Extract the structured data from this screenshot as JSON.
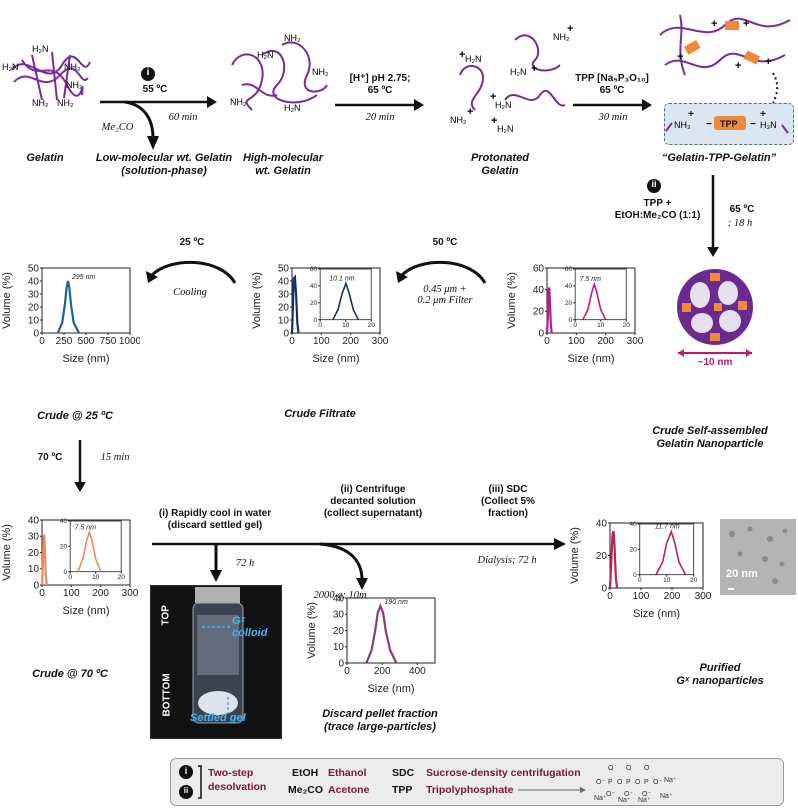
{
  "top_row": {
    "gelatin_label": "Gelatin",
    "low_mw_label": "Low-molecular wt. Gelatin\n(solution-phase)",
    "high_mw_label": "High-molecular\nwt. Gelatin",
    "protonated_label": "Protonated\nGelatin",
    "gtg_label": "“Gelatin-TPP-Gelatin”",
    "step1_badge": "i",
    "step1_temp": "55 ºC",
    "step1_solvent": "Me₂CO",
    "step1_time": "60 min",
    "step2_cond": "[H⁺] pH 2.75;\n65 ºC",
    "step2_time": "20 min",
    "step3_cond": "TPP [Na₅P₃O₁₀]\n65 ºC",
    "step3_time": "30 min",
    "tpp_tag": "TPP",
    "step4_badge": "ii",
    "step4_cond": "TPP +\nEtOH:Me₂CO (1:1)",
    "step4_temp": "65 ºC",
    "step4_time": "; 18 h"
  },
  "middle_row": {
    "crude25_label": "Crude @ 25 ºC",
    "filtrate_label": "Crude Filtrate",
    "selfassembled_label": "Crude Self-assembled\nGelatin Nanoparticle",
    "cooling_temp": "25 ºC",
    "cooling_label": "Cooling",
    "filter_temp": "50 ºC",
    "filter_label": "0.45 μm +\n0.2 μm Filter",
    "np_size": "~10 nm"
  },
  "bottom_row": {
    "step5_temp": "70 ºC",
    "step5_time": "15 min",
    "crude70_label": "Crude @ 70 ºC",
    "i_label": "(i) Rapidly cool in water\n(discard settled gel)",
    "i_time": "72 h",
    "ii_label": "(ii) Centrifuge\ndecanted solution\n(collect supernatant)",
    "ii_cond": "2000 g; 10m",
    "iii_label": "(iii) SDC\n(Collect 5%\nfraction)",
    "iii_cond": "Dialysis; 72 h",
    "discard_label": "Discard pellet fraction\n(trace large-particles)",
    "purified_label": "Purified\nGˣ nanoparticles",
    "photo_top": "TOP",
    "photo_bottom": "BOTTOM",
    "photo_colloid": "Gˣ\ncolloid",
    "photo_settled": "Settled gel",
    "tem_scale": "20 nm"
  },
  "legend": {
    "badge1": "i",
    "badge2": "ii",
    "desolvation": "Two-step\ndesolvation",
    "etoh_key": "EtOH",
    "etoh_val": "Ethanol",
    "me2co_key": "Me₂CO",
    "me2co_val": "Acetone",
    "sdc_key": "SDC",
    "sdc_val": "Sucrose-density centrifugation",
    "tpp_key": "TPP",
    "tpp_val": "Tripolyphosphate"
  },
  "chart_data": [
    {
      "type": "line",
      "title": "",
      "xlabel": "Size (nm)",
      "ylabel": "Volume (%)",
      "xlim": [
        0,
        1000
      ],
      "ylim": [
        0,
        50
      ],
      "xticks": [
        0,
        250,
        500,
        750,
        1000
      ],
      "yticks": [
        0,
        10,
        20,
        30,
        40,
        50
      ],
      "color": "#1f5f9e",
      "annotation": "295 nm",
      "series": [
        {
          "x": [
            180,
            230,
            260,
            280,
            295,
            310,
            330,
            360,
            420
          ],
          "y": [
            0,
            8,
            22,
            35,
            40,
            35,
            22,
            8,
            0
          ]
        }
      ]
    },
    {
      "type": "line",
      "title": "",
      "xlabel": "Size (nm)",
      "ylabel": "Volume (%)",
      "xlim": [
        0,
        300
      ],
      "ylim": [
        0,
        50
      ],
      "xticks": [
        0,
        100,
        200,
        300
      ],
      "yticks": [
        0,
        10,
        20,
        30,
        40,
        50
      ],
      "color": "#16306b",
      "inset": {
        "xlim": [
          0,
          20
        ],
        "ylim": [
          0,
          60
        ],
        "xticks": [
          0,
          10,
          20
        ],
        "yticks": [
          0,
          20,
          40,
          60
        ],
        "annotation": "10.1 nm",
        "x": [
          5,
          7,
          8.5,
          10.1,
          11.5,
          13,
          15
        ],
        "y": [
          0,
          12,
          30,
          43,
          30,
          12,
          0
        ]
      },
      "series": [
        {
          "x": [
            0,
            3,
            6,
            10,
            14,
            18,
            22
          ],
          "y": [
            0,
            20,
            42,
            43,
            30,
            8,
            0
          ]
        }
      ]
    },
    {
      "type": "line",
      "title": "",
      "xlabel": "Size (nm)",
      "ylabel": "Volume (%)",
      "xlim": [
        0,
        300
      ],
      "ylim": [
        0,
        60
      ],
      "xticks": [
        0,
        100,
        200,
        300
      ],
      "yticks": [
        0,
        20,
        40,
        60
      ],
      "color": "#b91c8a",
      "inset": {
        "xlim": [
          0,
          20
        ],
        "ylim": [
          0,
          60
        ],
        "xticks": [
          0,
          10,
          20
        ],
        "yticks": [
          0,
          20,
          40,
          60
        ],
        "annotation": "7.5 nm",
        "x": [
          3,
          5,
          6.5,
          7.5,
          8.5,
          10,
          12
        ],
        "y": [
          0,
          12,
          32,
          42,
          32,
          12,
          0
        ]
      },
      "series": [
        {
          "x": [
            0,
            3,
            5,
            7.5,
            10,
            13,
            16
          ],
          "y": [
            0,
            15,
            38,
            42,
            30,
            8,
            0
          ]
        }
      ]
    },
    {
      "type": "line",
      "title": "",
      "xlabel": "Size (nm)",
      "ylabel": "Volume (%)",
      "xlim": [
        0,
        300
      ],
      "ylim": [
        0,
        40
      ],
      "xticks": [
        0,
        100,
        200,
        300
      ],
      "yticks": [
        0,
        10,
        20,
        30,
        40
      ],
      "color": "#e98a62",
      "inset": {
        "xlim": [
          0,
          20
        ],
        "ylim": [
          0,
          40
        ],
        "xticks": [
          0,
          10,
          20
        ],
        "yticks": [
          0,
          20,
          40
        ],
        "annotation": "7.5 nm",
        "x": [
          3,
          5,
          6.5,
          7.5,
          8.5,
          10,
          12
        ],
        "y": [
          0,
          10,
          25,
          31,
          25,
          10,
          0
        ]
      },
      "series": [
        {
          "x": [
            0,
            3,
            5,
            7.5,
            10,
            13,
            16
          ],
          "y": [
            0,
            14,
            28,
            31,
            22,
            6,
            0
          ]
        }
      ]
    },
    {
      "type": "line",
      "title": "",
      "xlabel": "Size (nm)",
      "ylabel": "Volume (%)",
      "xlim": [
        0,
        500
      ],
      "ylim": [
        0,
        40
      ],
      "xticks": [
        0,
        200,
        400
      ],
      "yticks": [
        0,
        10,
        20,
        30,
        40
      ],
      "color": "#8a3a7c",
      "annotation": "190 nm",
      "series": [
        {
          "x": [
            110,
            140,
            160,
            175,
            190,
            205,
            220,
            245,
            280
          ],
          "y": [
            0,
            8,
            20,
            31,
            35,
            31,
            20,
            8,
            0
          ]
        }
      ]
    },
    {
      "type": "line",
      "title": "",
      "xlabel": "Size (nm)",
      "ylabel": "Volume (%)",
      "xlim": [
        0,
        300
      ],
      "ylim": [
        0,
        40
      ],
      "xticks": [
        0,
        100,
        200,
        300
      ],
      "yticks": [
        0,
        20,
        40
      ],
      "color": "#c0214e",
      "inset": {
        "xlim": [
          0,
          20
        ],
        "ylim": [
          0,
          40
        ],
        "xticks": [
          0,
          10,
          20
        ],
        "yticks": [
          0,
          20,
          40
        ],
        "annotation": "11.7 nm",
        "x": [
          6,
          8.5,
          10,
          11.7,
          13,
          14.5,
          17
        ],
        "y": [
          0,
          10,
          25,
          34,
          25,
          10,
          0
        ]
      },
      "series": [
        {
          "x": [
            0,
            4,
            8,
            11.7,
            15,
            19,
            23
          ],
          "y": [
            0,
            15,
            33,
            35,
            25,
            6,
            0
          ]
        }
      ]
    }
  ]
}
